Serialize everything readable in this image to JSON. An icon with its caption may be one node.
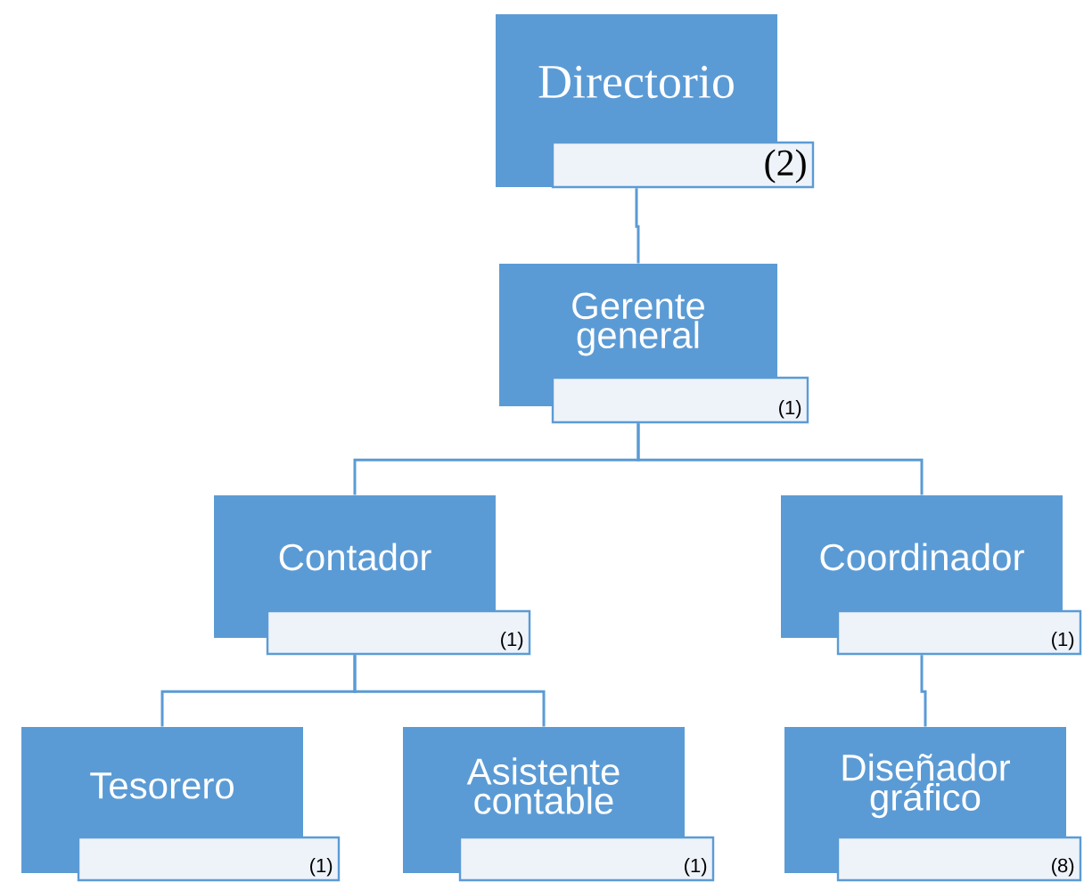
{
  "diagram": {
    "nodes": [
      {
        "text": [
          "Directorio",
          "(2)"
        ]
      },
      {
        "text": [
          "Gerente general",
          "(1)"
        ]
      },
      {
        "text": [
          "Contador",
          "(1)"
        ]
      },
      {
        "text": [
          "Coordinador",
          "(1)"
        ]
      },
      {
        "text": [
          "Tesorero",
          "(1)"
        ]
      },
      {
        "text": [
          "Asistente contable",
          "(1)"
        ]
      },
      {
        "text": [
          "Diseñador gráfico",
          "(8)"
        ]
      }
    ],
    "edges": [
      {
        "from": 0,
        "to": 1,
        "arrow": "none"
      },
      {
        "from": 1,
        "to": 2,
        "arrow": "none"
      },
      {
        "from": 1,
        "to": 3,
        "arrow": "none"
      },
      {
        "from": 2,
        "to": 4,
        "arrow": "none"
      },
      {
        "from": 2,
        "to": 5,
        "arrow": "none"
      },
      {
        "from": 3,
        "to": 6,
        "arrow": "none"
      }
    ]
  }
}
